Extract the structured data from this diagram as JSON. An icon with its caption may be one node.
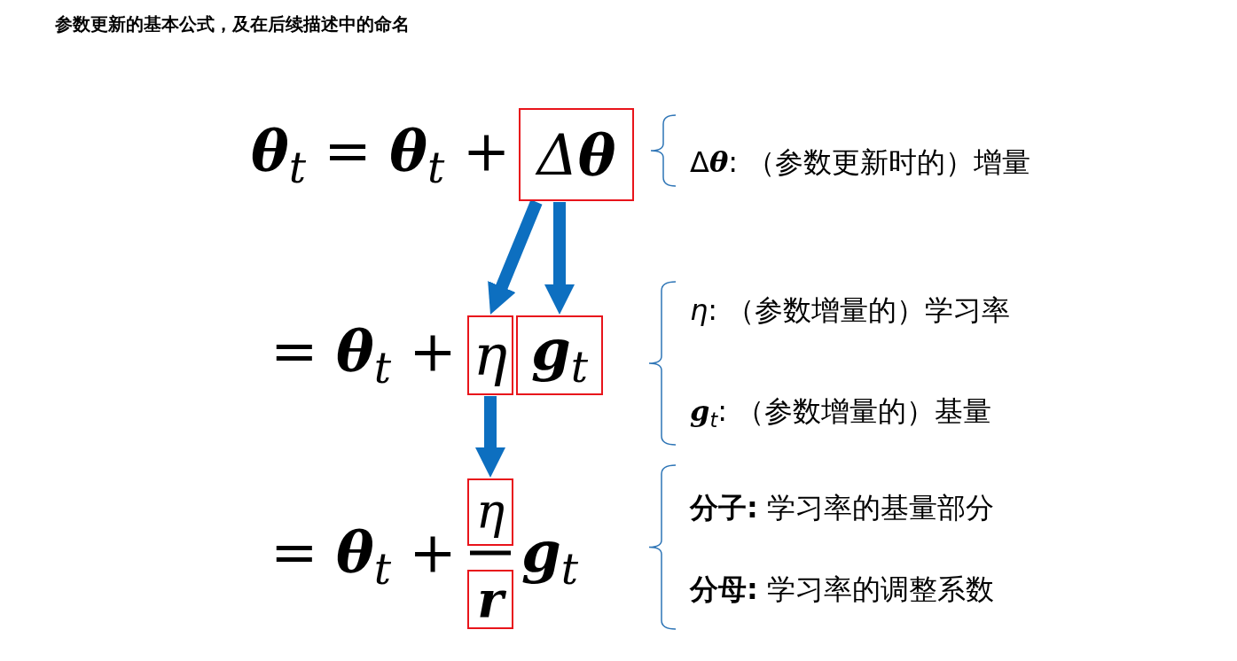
{
  "diagram": {
    "title": "参数更新的基本公式，及在后续描述中的命名",
    "nodes": [
      {
        "text": [
          "Δ**θ**"
        ]
      },
      {
        "text": [
          "η"
        ]
      },
      {
        "text": [
          "**g**$_{t}$"
        ]
      },
      {
        "text": [
          "η"
        ]
      },
      {
        "text": [
          "**r**"
        ]
      }
    ],
    "edges": [
      {
        "from": 0,
        "to": 1,
        "arrow": "to"
      },
      {
        "from": 0,
        "to": 2,
        "arrow": "to"
      },
      {
        "from": 1,
        "to": 3,
        "arrow": "to"
      }
    ],
    "labels": [
      "**θ**$_{t}$ = **θ**$_{t}$ +",
      "= **θ**$_{t}$ +",
      "= **θ**$_{t}$ +",
      "**g**$_{t}$",
      "Δ**θ**: （参数更新时的）增量",
      "*η*: （参数增量的）学习率",
      "**g**$_{t}$: （参数增量的）基量",
      "**分子:** 学习率的基量部分",
      "**分母:** 学习率的调整系数"
    ]
  }
}
